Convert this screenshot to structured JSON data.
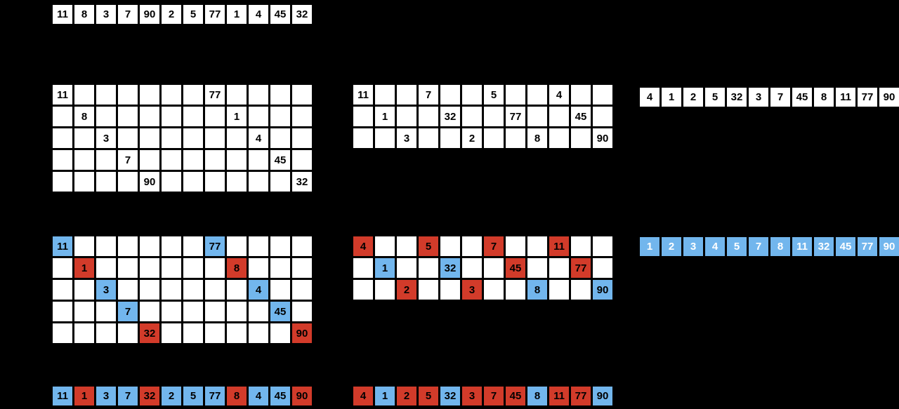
{
  "palette": {
    "background": "#000000",
    "cell_white": "#FFFFFF",
    "blue": "#72B6ED",
    "red": "#D23B2A",
    "text_dark": "#000000",
    "text_light": "#FFFFFF"
  },
  "stages": {
    "initial_row": {
      "cols": 12,
      "cells": [
        {
          "v": "11"
        },
        {
          "v": "8"
        },
        {
          "v": "3"
        },
        {
          "v": "7"
        },
        {
          "v": "90"
        },
        {
          "v": "2"
        },
        {
          "v": "5"
        },
        {
          "v": "77"
        },
        {
          "v": "1"
        },
        {
          "v": "4"
        },
        {
          "v": "45"
        },
        {
          "v": "32"
        }
      ]
    },
    "grid5_unsorted": {
      "rows": 5,
      "cols": 12,
      "cells": [
        {
          "r": 0,
          "c": 0,
          "v": "11"
        },
        {
          "r": 0,
          "c": 7,
          "v": "77"
        },
        {
          "r": 1,
          "c": 1,
          "v": "8"
        },
        {
          "r": 1,
          "c": 8,
          "v": "1"
        },
        {
          "r": 2,
          "c": 2,
          "v": "3"
        },
        {
          "r": 2,
          "c": 9,
          "v": "4"
        },
        {
          "r": 3,
          "c": 3,
          "v": "7"
        },
        {
          "r": 3,
          "c": 10,
          "v": "45"
        },
        {
          "r": 4,
          "c": 4,
          "v": "90"
        },
        {
          "r": 4,
          "c": 11,
          "v": "32"
        }
      ]
    },
    "grid3_unsorted": {
      "rows": 3,
      "cols": 12,
      "cells": [
        {
          "r": 0,
          "c": 0,
          "v": "11"
        },
        {
          "r": 0,
          "c": 3,
          "v": "7"
        },
        {
          "r": 0,
          "c": 6,
          "v": "5"
        },
        {
          "r": 0,
          "c": 9,
          "v": "4"
        },
        {
          "r": 1,
          "c": 1,
          "v": "1"
        },
        {
          "r": 1,
          "c": 4,
          "v": "32"
        },
        {
          "r": 1,
          "c": 7,
          "v": "77"
        },
        {
          "r": 1,
          "c": 10,
          "v": "45"
        },
        {
          "r": 2,
          "c": 2,
          "v": "3"
        },
        {
          "r": 2,
          "c": 5,
          "v": "2"
        },
        {
          "r": 2,
          "c": 8,
          "v": "8"
        },
        {
          "r": 2,
          "c": 11,
          "v": "90"
        }
      ]
    },
    "row_pass2_white": {
      "cols": 12,
      "cells": [
        {
          "v": "4"
        },
        {
          "v": "1"
        },
        {
          "v": "2"
        },
        {
          "v": "5"
        },
        {
          "v": "32"
        },
        {
          "v": "3"
        },
        {
          "v": "7"
        },
        {
          "v": "45"
        },
        {
          "v": "8"
        },
        {
          "v": "11"
        },
        {
          "v": "77"
        },
        {
          "v": "90"
        }
      ]
    },
    "grid5_sorted": {
      "rows": 5,
      "cols": 12,
      "cells": [
        {
          "r": 0,
          "c": 0,
          "v": "11",
          "color": "blue"
        },
        {
          "r": 0,
          "c": 7,
          "v": "77",
          "color": "blue"
        },
        {
          "r": 1,
          "c": 1,
          "v": "1",
          "color": "red"
        },
        {
          "r": 1,
          "c": 8,
          "v": "8",
          "color": "red"
        },
        {
          "r": 2,
          "c": 2,
          "v": "3",
          "color": "blue"
        },
        {
          "r": 2,
          "c": 9,
          "v": "4",
          "color": "blue"
        },
        {
          "r": 3,
          "c": 3,
          "v": "7",
          "color": "blue"
        },
        {
          "r": 3,
          "c": 10,
          "v": "45",
          "color": "blue"
        },
        {
          "r": 4,
          "c": 4,
          "v": "32",
          "color": "red"
        },
        {
          "r": 4,
          "c": 11,
          "v": "90",
          "color": "red"
        }
      ]
    },
    "grid3_sorted": {
      "rows": 3,
      "cols": 12,
      "cells": [
        {
          "r": 0,
          "c": 0,
          "v": "4",
          "color": "red"
        },
        {
          "r": 0,
          "c": 3,
          "v": "5",
          "color": "red"
        },
        {
          "r": 0,
          "c": 6,
          "v": "7",
          "color": "red"
        },
        {
          "r": 0,
          "c": 9,
          "v": "11",
          "color": "red"
        },
        {
          "r": 1,
          "c": 1,
          "v": "1",
          "color": "blue"
        },
        {
          "r": 1,
          "c": 4,
          "v": "32",
          "color": "blue"
        },
        {
          "r": 1,
          "c": 7,
          "v": "45",
          "color": "red"
        },
        {
          "r": 1,
          "c": 10,
          "v": "77",
          "color": "red"
        },
        {
          "r": 2,
          "c": 2,
          "v": "2",
          "color": "red"
        },
        {
          "r": 2,
          "c": 5,
          "v": "3",
          "color": "red"
        },
        {
          "r": 2,
          "c": 8,
          "v": "8",
          "color": "blue"
        },
        {
          "r": 2,
          "c": 11,
          "v": "90",
          "color": "blue"
        }
      ]
    },
    "row_final_sorted": {
      "cols": 12,
      "text": "light",
      "cells": [
        {
          "v": "1",
          "color": "blue"
        },
        {
          "v": "2",
          "color": "blue"
        },
        {
          "v": "3",
          "color": "blue"
        },
        {
          "v": "4",
          "color": "blue"
        },
        {
          "v": "5",
          "color": "blue"
        },
        {
          "v": "7",
          "color": "blue"
        },
        {
          "v": "8",
          "color": "blue"
        },
        {
          "v": "11",
          "color": "blue"
        },
        {
          "v": "32",
          "color": "blue"
        },
        {
          "v": "45",
          "color": "blue"
        },
        {
          "v": "77",
          "color": "blue"
        },
        {
          "v": "90",
          "color": "blue"
        }
      ]
    },
    "row_pass1_colored": {
      "cols": 12,
      "cells": [
        {
          "v": "11",
          "color": "blue"
        },
        {
          "v": "1",
          "color": "red"
        },
        {
          "v": "3",
          "color": "blue"
        },
        {
          "v": "7",
          "color": "blue"
        },
        {
          "v": "32",
          "color": "red"
        },
        {
          "v": "2",
          "color": "blue"
        },
        {
          "v": "5",
          "color": "blue"
        },
        {
          "v": "77",
          "color": "blue"
        },
        {
          "v": "8",
          "color": "red"
        },
        {
          "v": "4",
          "color": "blue"
        },
        {
          "v": "45",
          "color": "blue"
        },
        {
          "v": "90",
          "color": "red"
        }
      ]
    },
    "row_pass2_colored": {
      "cols": 12,
      "cells": [
        {
          "v": "4",
          "color": "red"
        },
        {
          "v": "1",
          "color": "blue"
        },
        {
          "v": "2",
          "color": "red"
        },
        {
          "v": "5",
          "color": "red"
        },
        {
          "v": "32",
          "color": "blue"
        },
        {
          "v": "3",
          "color": "red"
        },
        {
          "v": "7",
          "color": "red"
        },
        {
          "v": "45",
          "color": "red"
        },
        {
          "v": "8",
          "color": "blue"
        },
        {
          "v": "11",
          "color": "red"
        },
        {
          "v": "77",
          "color": "red"
        },
        {
          "v": "90",
          "color": "blue"
        }
      ]
    }
  }
}
